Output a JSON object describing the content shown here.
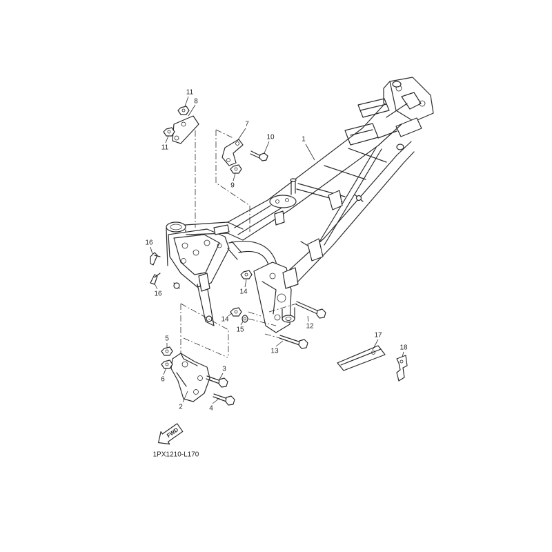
{
  "diagram": {
    "callouts": [
      "1",
      "2",
      "3",
      "4",
      "5",
      "6",
      "7",
      "8",
      "9",
      "10",
      "11",
      "11",
      "12",
      "13",
      "14",
      "14",
      "15",
      "16",
      "16",
      "17",
      "18"
    ],
    "fwd_label": "FWD",
    "catalog_code": "1PX1210-L170"
  }
}
